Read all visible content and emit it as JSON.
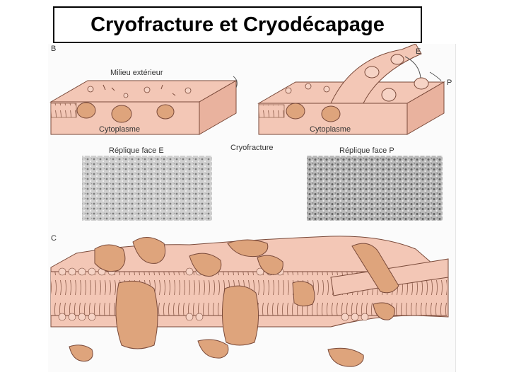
{
  "slide": {
    "title": "Cryofracture et Cryodécapage"
  },
  "figure": {
    "panel_b_letter": "B",
    "panel_c_letter": "C",
    "label_outside": "Milieu extérieur",
    "label_cytoplasm_left": "Cytoplasme",
    "label_cytoplasm_right": "Cytoplasme",
    "label_e": "E",
    "label_p": "P",
    "caption_center": "Cryofracture",
    "caption_left": "Réplique face E",
    "caption_right": "Réplique face P"
  },
  "colors": {
    "membrane": "#f3c7b6",
    "protein": "#dea47c",
    "outline": "#7a4a3a"
  }
}
